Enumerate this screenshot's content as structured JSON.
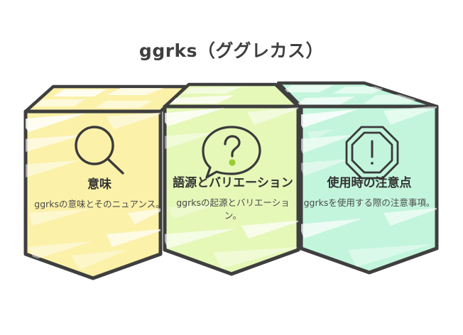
{
  "page": {
    "title": "ggrks（ググレカス）",
    "background_color": "#ffffff",
    "ink_color": "#3f3f3f"
  },
  "panels": [
    {
      "id": "meaning",
      "icon": "magnifier-icon",
      "title": "意味",
      "body": "ggrksの意味とそのニュアンス。",
      "fill_color": "#FBF1A9",
      "stroke_color": "#3f3f3f"
    },
    {
      "id": "etymology",
      "icon": "question-speech-bubble-icon",
      "title": "語源とバリエーション",
      "body": "ggrksの起源とバリエーション。",
      "fill_color": "#E5F8B8",
      "stroke_color": "#3f3f3f",
      "accent_dot_color": "#9ACD32"
    },
    {
      "id": "cautions",
      "icon": "octagon-warning-icon",
      "title": "使用時の注意点",
      "body": "ggrksを使用する際の注意事項。",
      "fill_color": "#C3F5DD",
      "stroke_color": "#3f3f3f"
    }
  ]
}
